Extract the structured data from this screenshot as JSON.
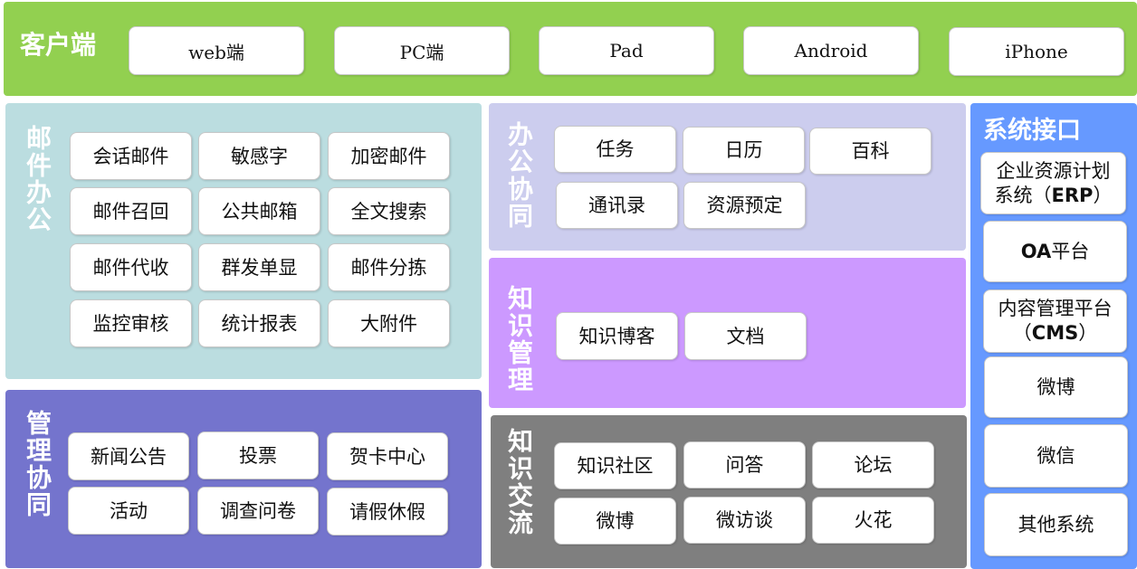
{
  "client": {
    "title": "客户端",
    "color": "#92d050",
    "items": [
      "web端",
      "PC端",
      "Pad",
      "Android",
      "iPhone"
    ]
  },
  "mail": {
    "title": "邮件办公",
    "color": "#bbdde0",
    "items": [
      "会话邮件",
      "敏感字",
      "加密邮件",
      "邮件召回",
      "公共邮箱",
      "全文搜索",
      "邮件代收",
      "群发单显",
      "邮件分拣",
      "监控审核",
      "统计报表",
      "大附件"
    ]
  },
  "manage": {
    "title": "管理协同",
    "color": "#7474cd",
    "items": [
      "新闻公告",
      "投票",
      "贺卡中心",
      "活动",
      "调查问卷",
      "请假休假"
    ]
  },
  "office": {
    "title": "办公协同",
    "color": "#cccdee",
    "items": [
      "任务",
      "日历",
      "百科",
      "通讯录",
      "资源预定"
    ]
  },
  "knowledge": {
    "title": "知识管理",
    "color": "#cc99ff",
    "items": [
      "知识博客",
      "文档"
    ]
  },
  "exchange": {
    "title": "知识交流",
    "color": "#7f7f7f",
    "items": [
      "知识社区",
      "问答",
      "论坛",
      "微博",
      "微访谈",
      "火花"
    ]
  },
  "system": {
    "title": "系统接口",
    "color": "#6699ff",
    "erp_line1": "企业资源计划",
    "erp_line2_a": "系统（",
    "erp_line2_b": "ERP",
    "erp_line2_c": "）",
    "oa_a": "OA",
    "oa_b": "平台",
    "cms_line1": "内容管理平台",
    "cms_line2_a": "（",
    "cms_line2_b": "CMS",
    "cms_line2_c": "）",
    "weibo": "微博",
    "weixin": "微信",
    "other": "其他系统"
  }
}
